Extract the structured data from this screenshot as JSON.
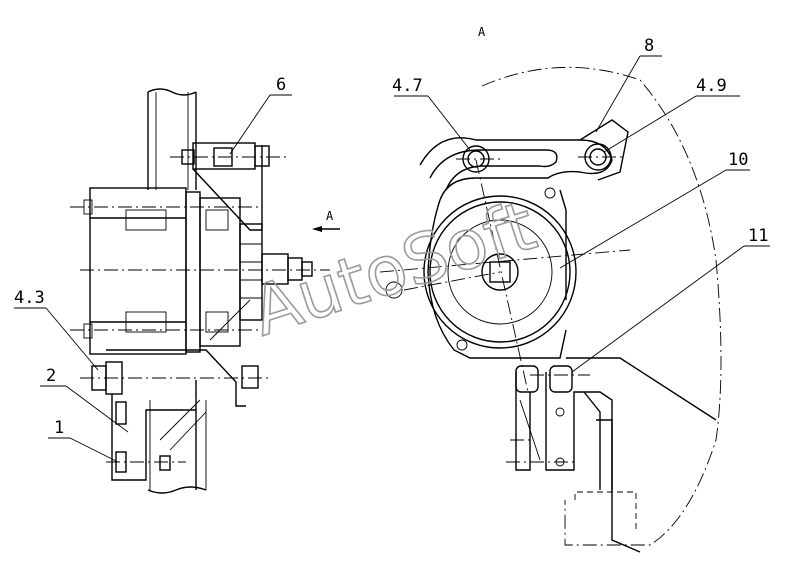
{
  "view_label": "A",
  "arrow_label": "A",
  "callouts": {
    "c1": "1",
    "c2": "2",
    "c43": "4.3",
    "c6": "6",
    "c47": "4.7",
    "c8": "8",
    "c49": "4.9",
    "c10": "10",
    "c11": "11"
  },
  "watermark": "AutoSoft"
}
